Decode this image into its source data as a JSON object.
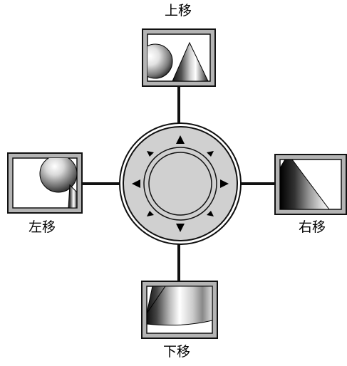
{
  "labels": {
    "up": "上移",
    "down": "下移",
    "left": "左移",
    "right": "右移"
  },
  "icons": {
    "up": "sphere-and-cone-icon",
    "down": "cylinder-perspective-icon",
    "left": "sphere-close-up-icon",
    "right": "cone-close-up-icon",
    "dial": "direction-dial-icon"
  },
  "colors": {
    "frame": "#111111",
    "panel_gray": "#b4b4b4",
    "dial_fill": "#d0d0d0",
    "background": "#ffffff"
  }
}
